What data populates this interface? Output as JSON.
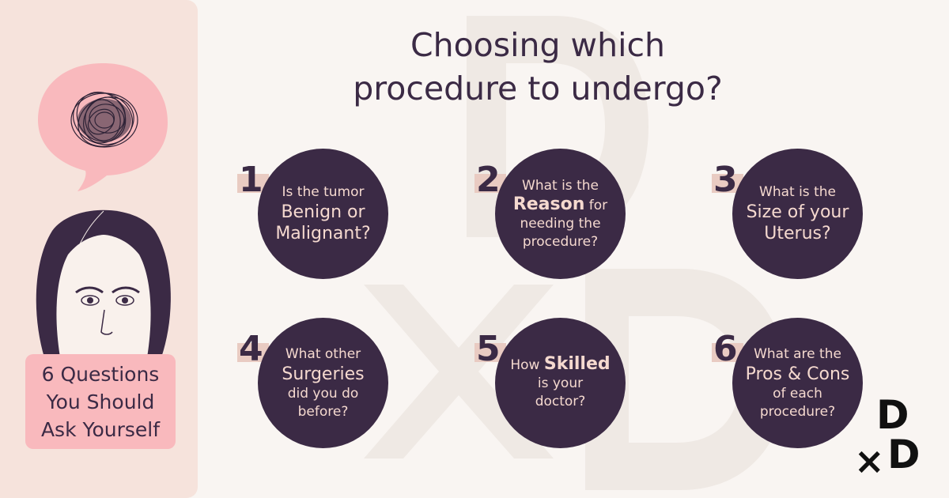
{
  "title": {
    "line1": "Choosing which",
    "line2": "procedure to undergo?"
  },
  "left_panel": {
    "subtitle": [
      "6 Questions",
      "You Should",
      "Ask Yourself"
    ],
    "illustration_icons": [
      "scribble-thought-bubble-icon",
      "woman-face-icon"
    ]
  },
  "questions": [
    {
      "number": "1",
      "lines": [
        {
          "text": "Is the tumor",
          "emphasis": false
        },
        {
          "text": "Benign or",
          "emphasis": true
        },
        {
          "text": "Malignant?",
          "emphasis": true
        }
      ]
    },
    {
      "number": "2",
      "lines_rich": {
        "l1": "What is the",
        "l2_big": "Reason",
        "l2_small": " for",
        "l3": "needing the",
        "l4": "procedure?"
      }
    },
    {
      "number": "3",
      "lines": [
        {
          "text": "What is the",
          "emphasis": false
        },
        {
          "text": "Size of your",
          "emphasis": true
        },
        {
          "text": "Uterus?",
          "emphasis": true
        }
      ]
    },
    {
      "number": "4",
      "lines": [
        {
          "text": "What other",
          "emphasis": false
        },
        {
          "text": "Surgeries",
          "emphasis": true
        },
        {
          "text": "did you do",
          "emphasis": false
        },
        {
          "text": "before?",
          "emphasis": false
        }
      ]
    },
    {
      "number": "5",
      "lines_rich": {
        "l1_small": "How ",
        "l1_big": "Skilled",
        "l2": "is your",
        "l3": "doctor?"
      }
    },
    {
      "number": "6",
      "lines": [
        {
          "text": "What are the",
          "emphasis": false
        },
        {
          "text": "Pros & Cons",
          "emphasis": true
        },
        {
          "text": "of each",
          "emphasis": false
        },
        {
          "text": "procedure?",
          "emphasis": false
        }
      ]
    }
  ],
  "logo": {
    "top": "D",
    "cross": "×",
    "bottom": "D"
  },
  "colors": {
    "background": "#f9f5f2",
    "panel": "#f6e3dc",
    "circle": "#3b2a45",
    "circle_text": "#f5d9cf",
    "accent_pink": "#f9b9bd",
    "number_tab": "#e9cbc2"
  }
}
